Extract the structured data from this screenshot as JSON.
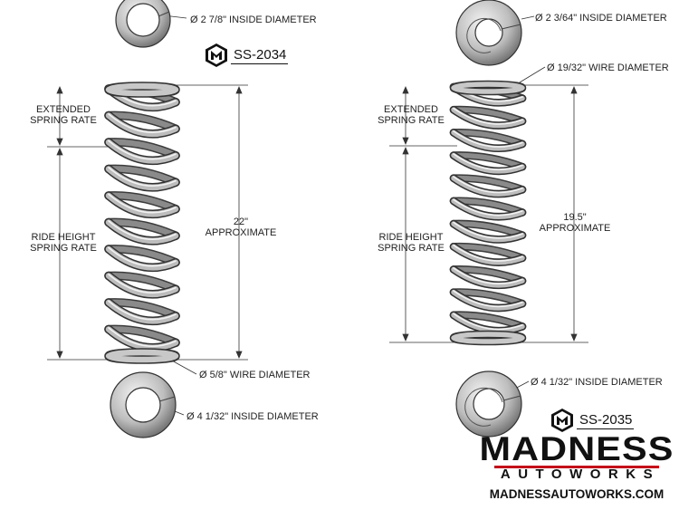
{
  "left_spring": {
    "top_id_label": "2 7/8\" INSIDE DIAMETER",
    "part_number": "SS-2034",
    "extended_rate": [
      "EXTENDED",
      "SPRING RATE"
    ],
    "ride_height_rate": [
      "RIDE HEIGHT",
      "SPRING RATE"
    ],
    "length": [
      "22\"",
      "APPROXIMATE"
    ],
    "wire_label": "5/8\" WIRE DIAMETER",
    "bottom_id_label": "4 1/32\" INSIDE DIAMETER"
  },
  "right_spring": {
    "top_id_label": "2 3/64\" INSIDE DIAMETER",
    "wire_label": "19/32\" WIRE DIAMETER",
    "extended_rate": [
      "EXTENDED",
      "SPRING RATE"
    ],
    "ride_height_rate": [
      "RIDE HEIGHT",
      "SPRING RATE"
    ],
    "length": [
      "19.5\"",
      "APPROXIMATE"
    ],
    "bottom_id_label": "4 1/32\" INSIDE DIAMETER",
    "part_number": "SS-2035"
  },
  "brand": {
    "name": "MADNESS",
    "sub": "AUTOWORKS",
    "url": "MADNESSAUTOWORKS.COM",
    "accent": "#c40f1a"
  },
  "diameter_symbol": "Ø",
  "icons": [
    "madness-m-hex-icon",
    "coil-spring-icon",
    "spring-end-view-icon",
    "diameter-symbol-icon"
  ],
  "colors": {
    "metal_light": "#e2e2e2",
    "metal_mid": "#a8a8a8",
    "metal_dark": "#4a4a4a",
    "line": "#333333"
  }
}
